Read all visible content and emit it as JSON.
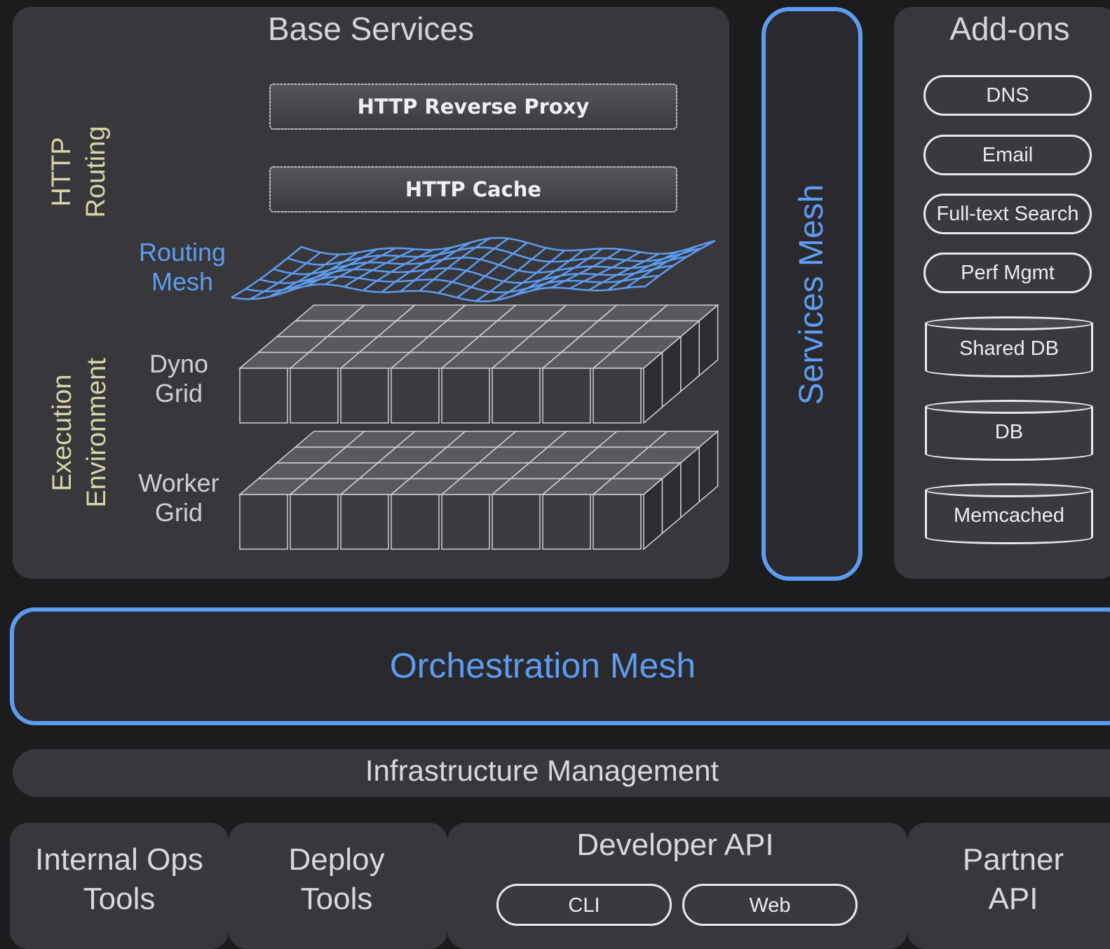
{
  "base_services": {
    "title": "Base Services",
    "http_routing_label": "HTTP Routing",
    "execution_env_label": "Execution Environment",
    "http_reverse_proxy": "HTTP Reverse Proxy",
    "http_cache": "HTTP Cache",
    "routing_mesh": "Routing Mesh",
    "dyno_grid": "Dyno Grid",
    "worker_grid": "Worker Grid"
  },
  "services_mesh": {
    "label": "Services Mesh"
  },
  "addons": {
    "title": "Add-ons",
    "pills": [
      "DNS",
      "Email",
      "Full-text Search",
      "Perf Mgmt"
    ],
    "databases": [
      "Shared DB",
      "DB",
      "Memcached"
    ]
  },
  "orchestration_mesh": {
    "label": "Orchestration Mesh"
  },
  "infrastructure": {
    "label": "Infrastructure Management"
  },
  "bottom": {
    "internal_ops_tools": "Internal Ops Tools",
    "deploy_tools": "Deploy Tools",
    "developer_api": "Developer API",
    "cli": "CLI",
    "web": "Web",
    "partner_api": "Partner API"
  },
  "colors": {
    "accent_blue": "#5d9cf0",
    "panel": "#38383c",
    "background": "#1c1c1e",
    "label_gold": "#d9d4a6"
  }
}
